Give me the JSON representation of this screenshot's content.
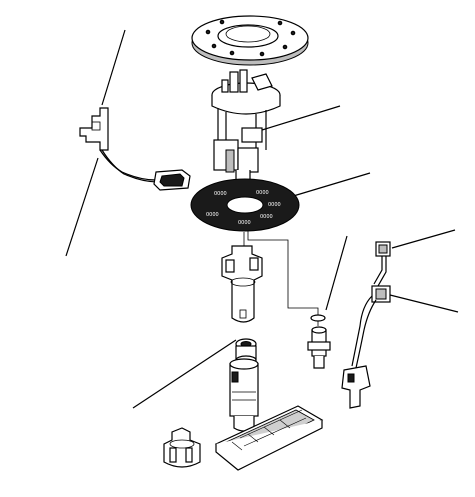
{
  "diagram": {
    "parts": [
      "mounting-flange",
      "pump-bracket-assembly",
      "fuel-level-sender",
      "base-gasket",
      "pump-sleeve",
      "filter-clip",
      "pressure-regulator",
      "wiring-harness",
      "fuel-pump",
      "strainer",
      "pump-cap"
    ],
    "leader_count": 9
  }
}
